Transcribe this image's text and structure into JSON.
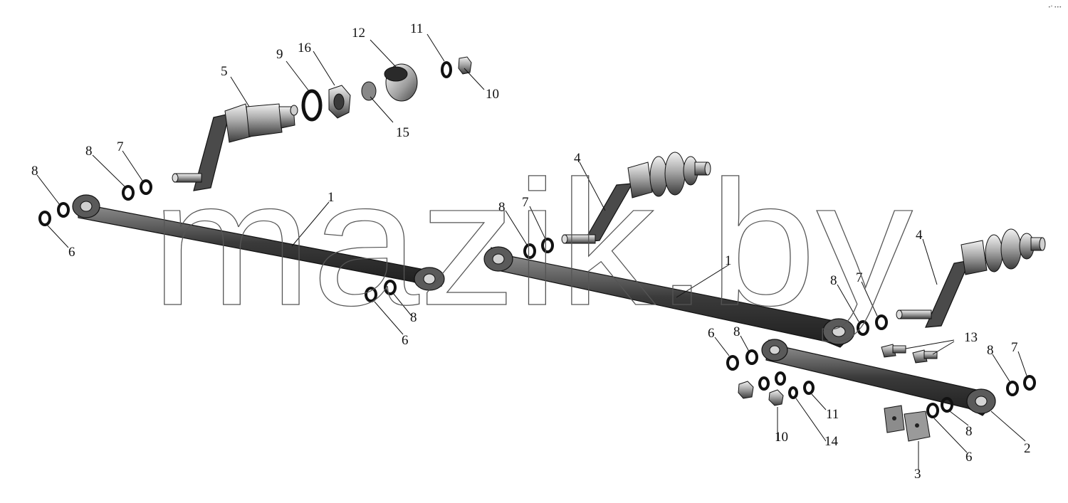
{
  "watermark": {
    "text": "mazik.by"
  },
  "corner_mark": "•° ••• ",
  "callouts": [
    {
      "id": "c1",
      "label": "12"
    },
    {
      "id": "c2",
      "label": "11"
    },
    {
      "id": "c3",
      "label": "9"
    },
    {
      "id": "c4",
      "label": "16"
    },
    {
      "id": "c5",
      "label": "5"
    },
    {
      "id": "c6",
      "label": "15"
    },
    {
      "id": "c7",
      "label": "10"
    },
    {
      "id": "c8",
      "label": "8"
    },
    {
      "id": "c9",
      "label": "7"
    },
    {
      "id": "c10",
      "label": "8"
    },
    {
      "id": "c11",
      "label": "6"
    },
    {
      "id": "c12",
      "label": "1"
    },
    {
      "id": "c13",
      "label": "8"
    },
    {
      "id": "c14",
      "label": "6"
    },
    {
      "id": "c15",
      "label": "4"
    },
    {
      "id": "c16",
      "label": "8"
    },
    {
      "id": "c17",
      "label": "7"
    },
    {
      "id": "c18",
      "label": "1"
    },
    {
      "id": "c19",
      "label": "4"
    },
    {
      "id": "c20",
      "label": "8"
    },
    {
      "id": "c21",
      "label": "7"
    },
    {
      "id": "c22",
      "label": "13"
    },
    {
      "id": "c23",
      "label": "6"
    },
    {
      "id": "c24",
      "label": "8"
    },
    {
      "id": "c25",
      "label": "8"
    },
    {
      "id": "c26",
      "label": "7"
    },
    {
      "id": "c27",
      "label": "11"
    },
    {
      "id": "c28",
      "label": "10"
    },
    {
      "id": "c29",
      "label": "14"
    },
    {
      "id": "c30",
      "label": "8"
    },
    {
      "id": "c31",
      "label": "6"
    },
    {
      "id": "c32",
      "label": "2"
    },
    {
      "id": "c33",
      "label": "3"
    }
  ]
}
